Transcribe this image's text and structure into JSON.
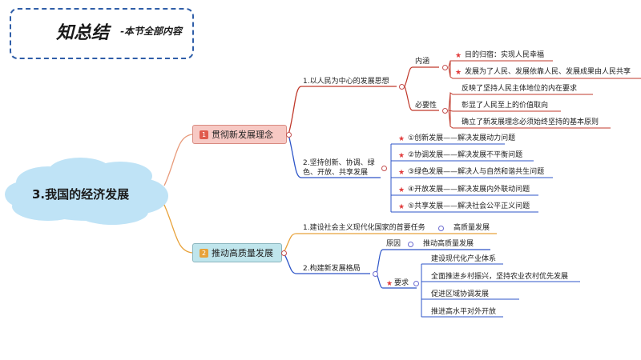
{
  "logo": {
    "title": "知总结",
    "subtitle": "-本节全部内容"
  },
  "root": "3.我国的经济发展",
  "branch1": {
    "num": "1",
    "label": "贯彻新发展理念",
    "sub1": {
      "label": "1.以人民为中心的发展思想",
      "neihan": {
        "label": "内涵",
        "items": [
          "目的归宿：实现人民幸福",
          "发展为了人民、发展依靠人民、发展成果由人民共享"
        ]
      },
      "biyao": {
        "label": "必要性",
        "items": [
          "反映了坚持人民主体地位的内在要求",
          "彰显了人民至上的价值取向",
          "确立了新发展理念必须始终坚持的基本原则"
        ]
      }
    },
    "sub2": {
      "label_line1": "2.坚持创新、协调、绿",
      "label_line2": "色、开放、共享发展",
      "items": [
        "①创新发展——解决发展动力问题",
        "②协调发展——解决发展不平衡问题",
        "③绿色发展——解决人与自然和谐共生问题",
        "④开放发展——解决发展内外联动问题",
        "⑤共享发展——解决社会公平正义问题"
      ]
    }
  },
  "branch2": {
    "num": "2",
    "label": "推动高质量发展",
    "sub1": {
      "label": "1.建设社会主义现代化国家的首要任务",
      "item": "高质量发展"
    },
    "sub2": {
      "label": "2.构建新发展格局",
      "yuanyin": {
        "label": "原因",
        "item": "推动高质量发展"
      },
      "yaoqiu": {
        "label": "要求",
        "items": [
          "建设现代化产业体系",
          "全面推进乡村振兴，坚持农业农村优先发展",
          "促进区域协调发展",
          "推进高水平对外开放"
        ]
      }
    }
  },
  "colors": {
    "branch1": "#f7c9c4",
    "branch2": "#bfe5ec",
    "red_line": "#c0392b",
    "blue_line": "#2d55c8",
    "orange_line": "#e8a23a",
    "cloud": "#bfe3f6",
    "star": "#e23b3b"
  }
}
